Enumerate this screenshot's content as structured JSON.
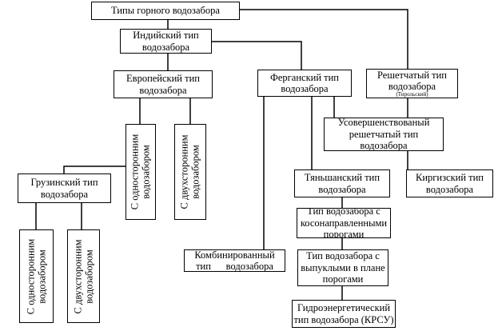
{
  "diagram": {
    "root": {
      "label": "Типы горного водозабора"
    },
    "indian": {
      "label_1": "Индийский тип",
      "label_2": "водозабора"
    },
    "european": {
      "label_1": "Европейский тип",
      "label_2": "водозабора"
    },
    "fergana": {
      "label_1": "Ферганский тип",
      "label_2": "водозабора"
    },
    "grate": {
      "label_1": "Решетчатый тип",
      "label_2": "водозабора",
      "note": "(Тирольский)"
    },
    "improved_grate": {
      "label_1": "Усовершенствованый",
      "label_2": "решетчатый тип",
      "label_3": "водозабора"
    },
    "one_sided_eu": {
      "label_1": "С односторонним",
      "label_2": "водозабором"
    },
    "two_sided_eu": {
      "label_1": "С двухсторонним",
      "label_2": "водозабором"
    },
    "georgian": {
      "label_1": "Грузинский тип",
      "label_2": "водозабора"
    },
    "one_sided_ge": {
      "label_1": "С односторонним",
      "label_2": "водозабором"
    },
    "two_sided_ge": {
      "label_1": "С двухсторонним",
      "label_2": "водозабором"
    },
    "tien_shan": {
      "label_1": "Тяньшанский тип",
      "label_2": "водозабора"
    },
    "kyrgyz": {
      "label_1": "Киргизский тип",
      "label_2": "водозабора"
    },
    "oblique_sills": {
      "label_1": "Тип водозабора с",
      "label_2": "косонаправленными",
      "label_3": "порогами"
    },
    "combined": {
      "label_1": "Комбинированный",
      "label_2": "тип      водозабора"
    },
    "convex_sills": {
      "label_1": "Тип водозабора с",
      "label_2": "выпуклыми в плане",
      "label_3": "порогами"
    },
    "hydropower": {
      "label_1": "Гидроэнергетический",
      "label_2": "тип водозабора (КРСУ)"
    }
  }
}
